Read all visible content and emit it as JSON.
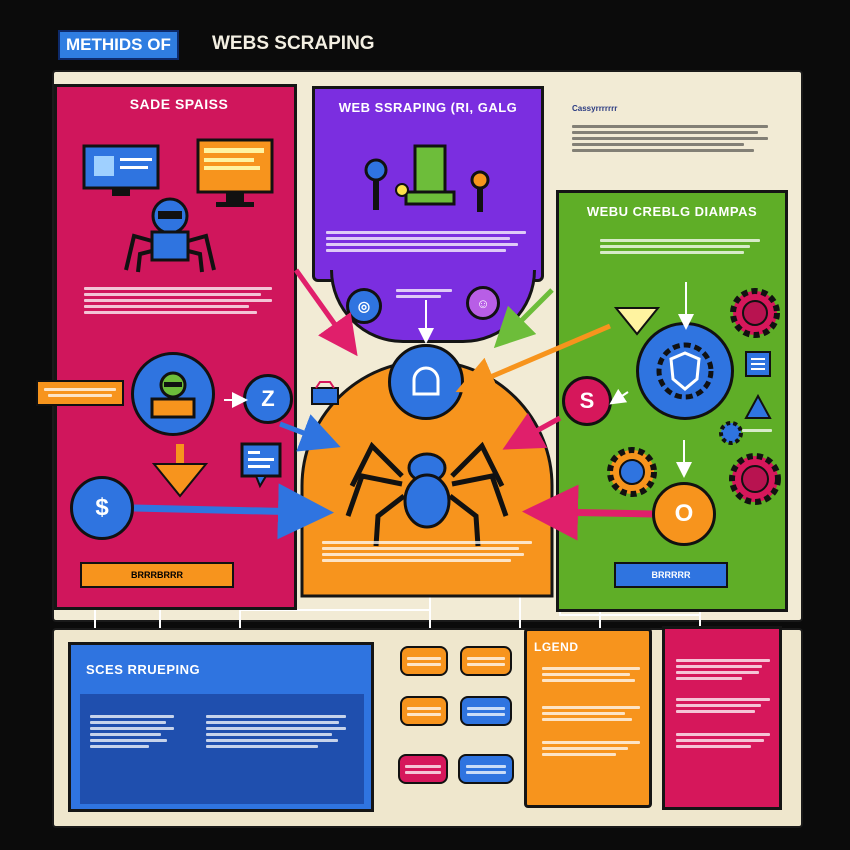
{
  "header": {
    "title_highlight": "METHIDS OF",
    "title_rest": "WEBS SCRAPING"
  },
  "panels": {
    "left": {
      "title": "SADE SPAISS",
      "tag_label": "BRRRBRRR"
    },
    "top_center": {
      "title": "WEB SSRAPING (RI, GALG"
    },
    "top_right": {
      "caption": "Cassyrrrrrrr"
    },
    "right": {
      "title": "WEBU CREBLG DIAMPAS",
      "tag_label": "BRRRRR"
    },
    "bottom_left": {
      "title": "SCES RRUEPING"
    },
    "legend": {
      "title": "LGEND"
    }
  },
  "symbols": {
    "z_circle": "Z",
    "dollar_left": "$",
    "s_circle": "S",
    "o_circle": "O"
  },
  "colors": {
    "magenta": "#d0165c",
    "purple": "#7b2ee0",
    "green": "#5fae27",
    "orange": "#f7941d",
    "blue": "#2f74e0",
    "pink": "#d6175b",
    "cream": "#f2ebd5"
  }
}
